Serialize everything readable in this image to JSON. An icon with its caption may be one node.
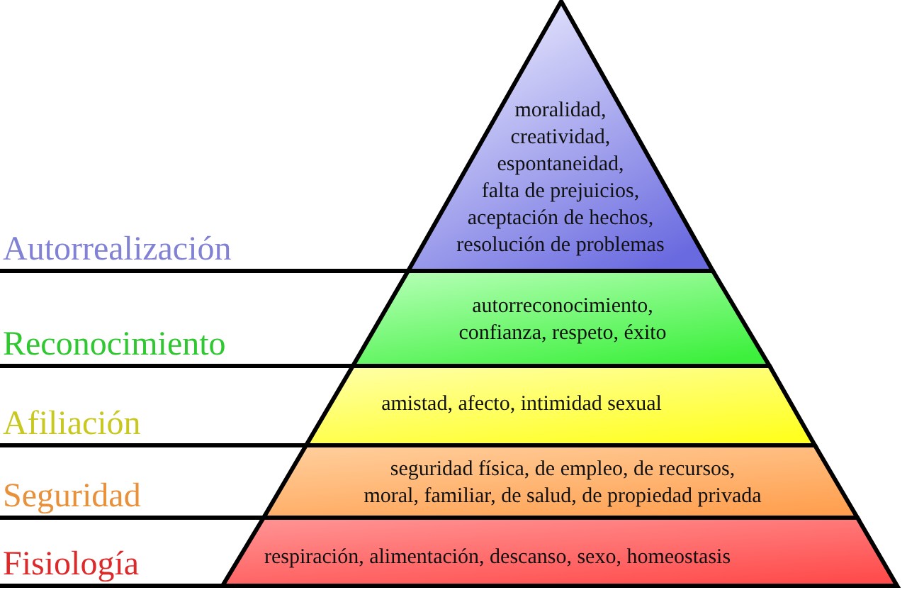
{
  "diagram": {
    "nodes": [
      {
        "text": [
          "Autorrealización",
          "moralidad, creatividad, espontaneidad, falta de prejuicios, aceptación de hechos, resolución de problemas"
        ]
      },
      {
        "text": [
          "Reconocimiento",
          "autorreconocimiento, confianza, respeto, éxito"
        ]
      },
      {
        "text": [
          "Afiliación",
          "amistad, afecto, intimidad sexual"
        ]
      },
      {
        "text": [
          "Seguridad",
          "seguridad física, de empleo, de recursos, moral, familiar, de salud, de propiedad privada"
        ]
      },
      {
        "text": [
          "Fisiología",
          "respiración, alimentación, descanso, sexo, homeostasis"
        ]
      }
    ]
  }
}
